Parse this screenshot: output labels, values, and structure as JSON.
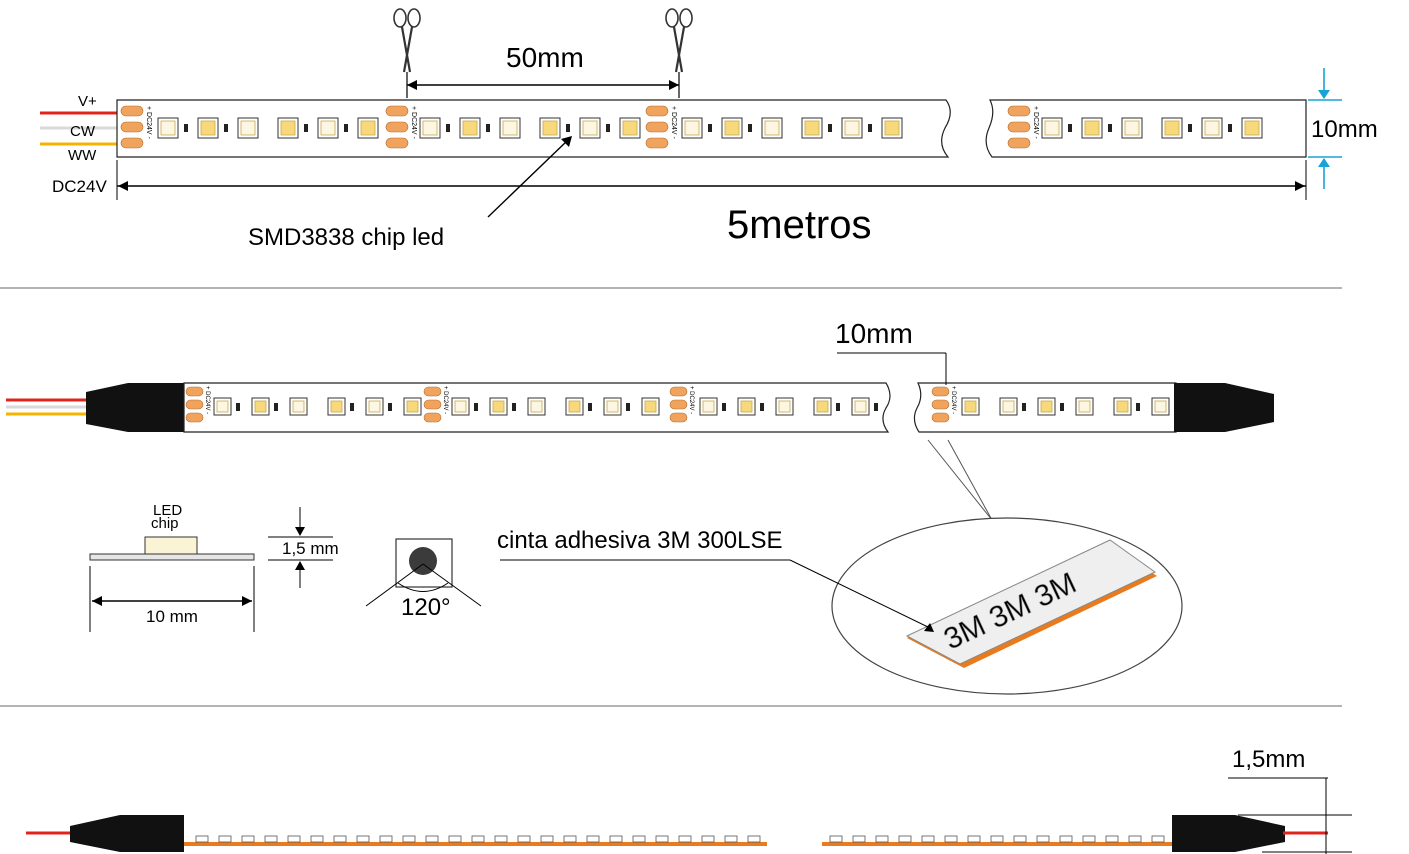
{
  "section1": {
    "wire_labels": [
      "V+",
      "CW",
      "WW"
    ],
    "voltage_label": "DC24V",
    "cut_spacing": "50mm",
    "chip_label": "SMD3838 chip led",
    "length_label": "5metros",
    "width_label": "10mm",
    "pad_text": "+ DC24V -"
  },
  "section2": {
    "width_label": "10mm",
    "led_chip_label_line1": "LED",
    "led_chip_label_line2": "chip",
    "thickness_label": "1,5 mm",
    "profile_width_label": "10 mm",
    "angle_label": "120°",
    "tape_label": "cinta adhesiva 3M 300LSE",
    "tape_print": "3M 3M 3M"
  },
  "section3": {
    "thickness_label": "1,5mm"
  },
  "colors": {
    "wire_red": "#e0241b",
    "wire_white": "#d9d9d9",
    "wire_yellow": "#f5b400",
    "pad_orange": "#f0a35c",
    "led_yellow": "#f7d87a",
    "led_white": "#fdf6e3",
    "tape_orange": "#ea7a1c",
    "dimension_cyan": "#17a3d8",
    "heatshrink": "#111111"
  }
}
